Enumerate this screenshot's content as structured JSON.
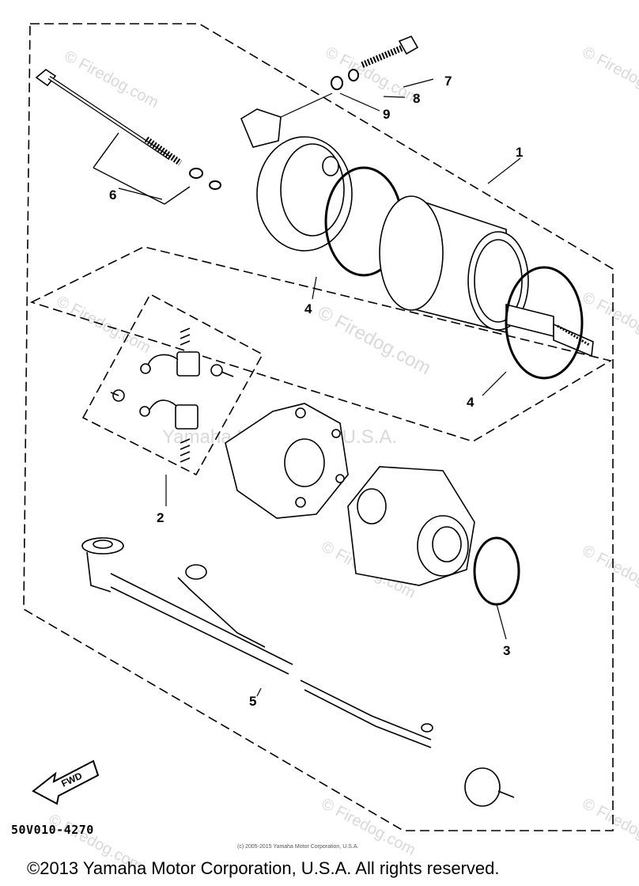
{
  "watermark": {
    "main": "© Firedog.com",
    "repeat": "© Firedog.com",
    "company": "Yamaha Motor Corp, U.S.A."
  },
  "callouts": {
    "c1": "1",
    "c2": "2",
    "c3": "3",
    "c4a": "4",
    "c4b": "4",
    "c5": "5",
    "c6": "6",
    "c7": "7",
    "c8": "8",
    "c9": "9"
  },
  "fwd_label": "FWD",
  "drawing_number": "50V010-4270",
  "small_copyright": "(c) 2005-2015 Yamaha Motor Corporation, U.S.A.",
  "footer": "©2013 Yamaha Motor Corporation, U.S.A. All rights reserved."
}
